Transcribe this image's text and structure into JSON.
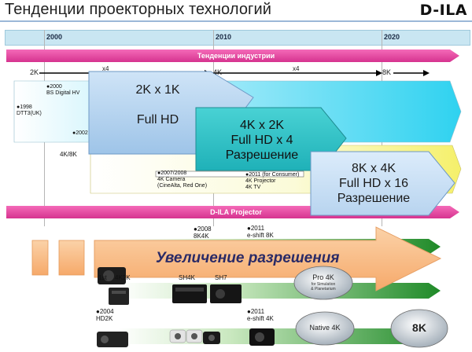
{
  "header": {
    "title": "Тенденции проекторных технологий",
    "logo_text": "D-ILA"
  },
  "timeline": {
    "years": [
      "2000",
      "2010",
      "2020"
    ]
  },
  "industry": {
    "banner": "Тенденции индустрии",
    "scale": {
      "start": "2K",
      "mid": "4K",
      "end": "8K",
      "step1": "x4",
      "step2": "x4"
    },
    "notes_2k": [
      "●2000\nBS Digital HV",
      "●1998\nDTT3(UK)",
      "●2002"
    ],
    "label_4k": "4K/8K",
    "notes_4k": [
      "●2007/2008\n4K Camera\n(CineAlta, Red One)",
      "●2011 (for Consumer)\n4K Projector\n4K TV"
    ]
  },
  "callouts": [
    {
      "text": "2K x 1K\n\nFull HD"
    },
    {
      "text": "4K x 2K\nFull HD x 4\nРазрешение"
    },
    {
      "text": "8K x 4K\nFull HD x 16\nРазрешение"
    }
  ],
  "dila": {
    "banner": "D-ILA Projector",
    "big_arrow": "Увеличение разрешения",
    "upper_notes": [
      "●2008\n8K4K",
      "●2011\ne-shift 8K"
    ],
    "upper_labels": [
      "1st",
      "4K2K",
      "SH4K",
      "SH7"
    ],
    "pro_oval": "Pro 4K",
    "pro_sub": "for Simulation\n& Planetarium",
    "lower_notes": [
      "●2004\nHD2K",
      "●2011\ne-shift 4K"
    ],
    "native_oval": "Native 4K",
    "eightk_oval": "8K"
  }
}
